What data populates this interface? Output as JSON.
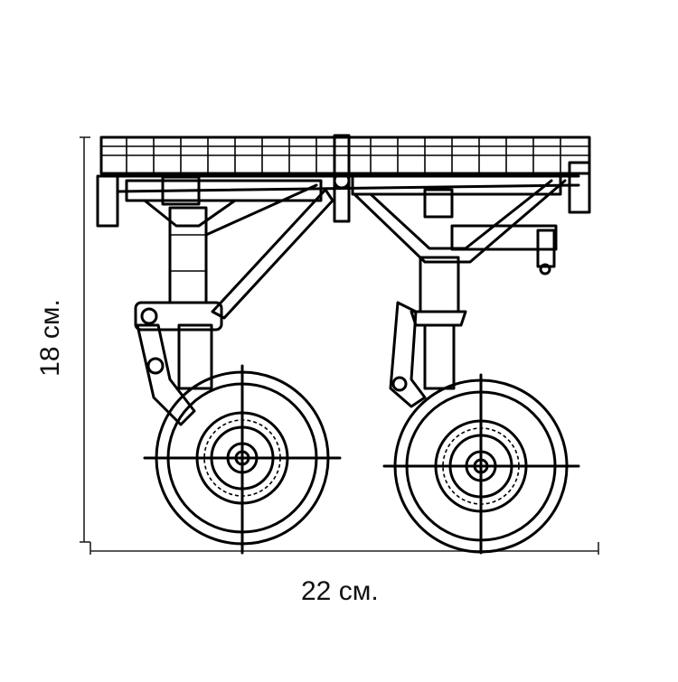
{
  "dimensions": {
    "width_label": "22 см.",
    "height_label": "18 см."
  },
  "drawing": {
    "subject": "landing-gear-line-drawing",
    "ink_color": "#000000",
    "background_color": "#ffffff",
    "left_gear": {
      "wheel": "main-wheel"
    },
    "right_gear": {
      "wheel": "main-wheel"
    }
  }
}
